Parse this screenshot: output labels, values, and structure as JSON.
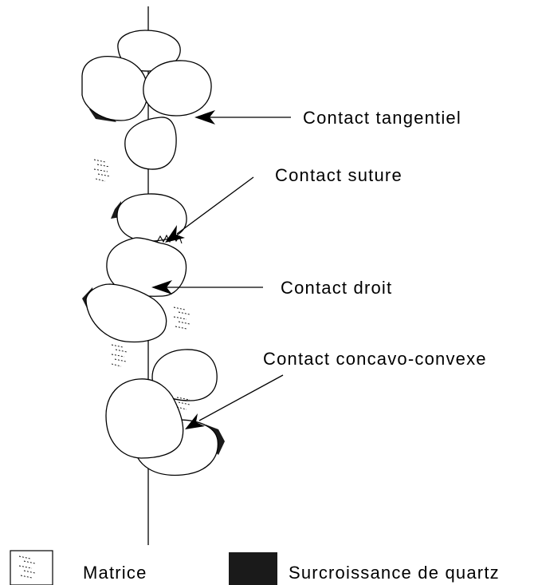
{
  "labels": {
    "tangentiel": "Contact tangentiel",
    "suture": "Contact suture",
    "droit": "Contact droit",
    "concavo": "Contact concavo-convexe"
  },
  "legend": {
    "matrix": "Matrice",
    "overgrowth": "Surcroissance de quartz"
  },
  "colors": {
    "ink": "#000000",
    "overgrowth_fill": "#1a1a1a",
    "background": "#ffffff"
  }
}
